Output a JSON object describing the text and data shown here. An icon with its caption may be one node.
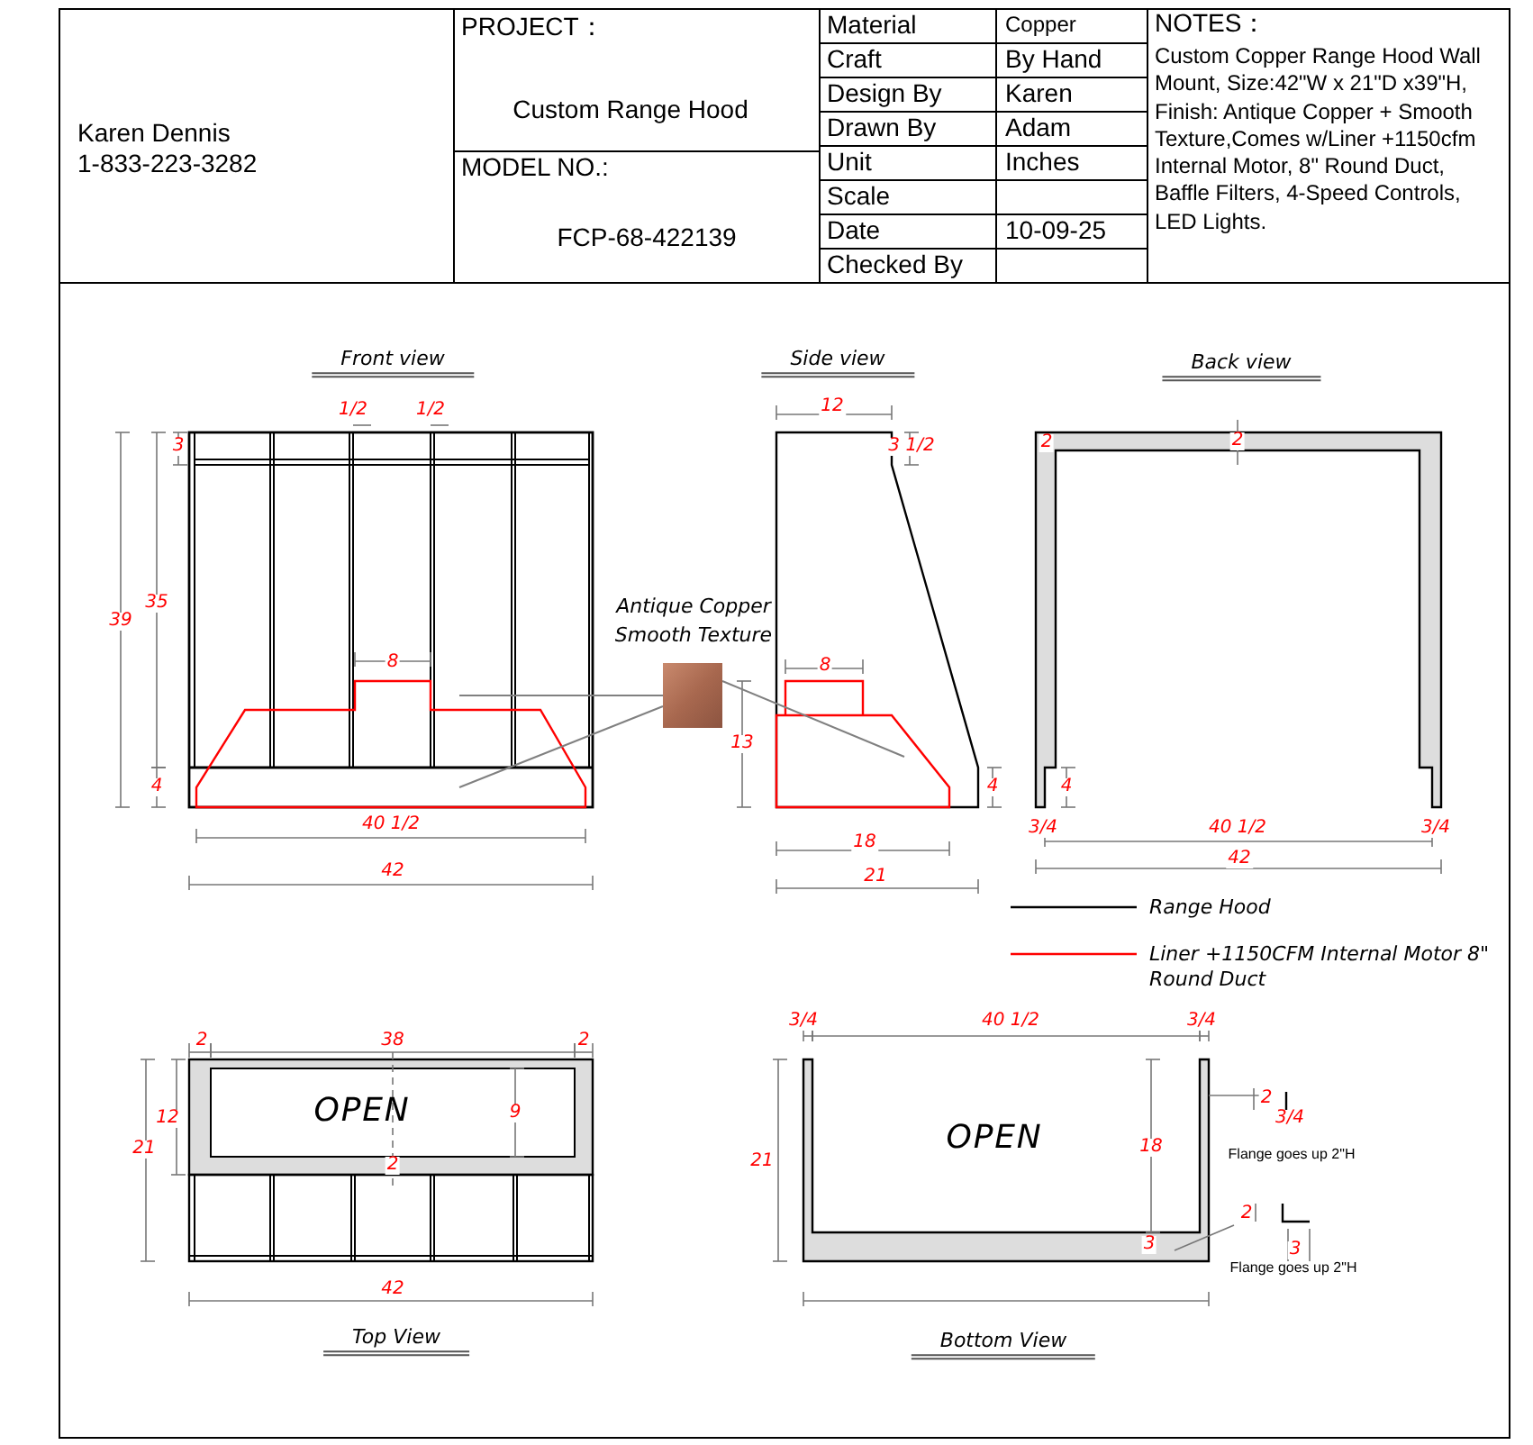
{
  "diagram": {
    "nodes": [
      {
        "text": [
          "Antique Copper Smooth Texture"
        ]
      },
      {
        "text": [],
        "shape": "box"
      },
      {
        "text": [],
        "shape": "picture"
      },
      {
        "text": [],
        "shape": "picture"
      }
    ],
    "edges": [
      {
        "from": 1,
        "to": 2,
        "arrow": "none",
        "color": "#808080"
      },
      {
        "from": 1,
        "to": 2,
        "arrow": "none",
        "color": "#808080"
      },
      {
        "from": 1,
        "to": 3,
        "arrow": "none",
        "color": "#808080"
      }
    ],
    "labels": [
      "Karen Dennis",
      "1-833-223-3282",
      "PROJECT：",
      "Custom Range Hood",
      "MODEL NO.:",
      "FCP-68-422139",
      "Material",
      "Copper",
      "Craft",
      "By Hand",
      "Design By",
      "Karen",
      "Drawn By",
      "Adam",
      "Unit",
      "Inches",
      "Scale",
      "Date",
      "10-09-25",
      "Checked By",
      "NOTES：",
      "Custom Copper Range Hood Wall Mount, Size:42\"W x 21\"D x39\"H, Finish: Antique Copper + Smooth Texture,Comes w/Liner +1150cfm Internal Motor, 8\" Round Duct, Baffle Filters, 4-Speed Controls, LED Lights.",
      "Front view",
      "1/2",
      "1/2",
      "3",
      "35",
      "39",
      "8",
      "4",
      "40 1/2",
      "42",
      "Side view",
      "12",
      "3 1/2",
      "13",
      "8",
      "4",
      "18",
      "21",
      "Back view",
      "2",
      "2",
      "4",
      "3/4",
      "40 1/2",
      "3/4",
      "42",
      "2",
      "38",
      "2",
      "12",
      "21",
      "OPEN",
      "9",
      "2",
      "42",
      "Top View",
      "3/4",
      "40 1/2",
      "3/4",
      "21",
      "OPEN",
      "18",
      "2",
      "3/4",
      "Flange goes up 2\"H",
      "2",
      "3",
      "3",
      "Flange goes up 2\"H",
      "Bottom View"
    ],
    "legend": [
      {
        "text": "Range Hood"
      },
      {
        "text": "Liner +1150CFM Internal Motor 8\" Round Duct"
      }
    ]
  }
}
